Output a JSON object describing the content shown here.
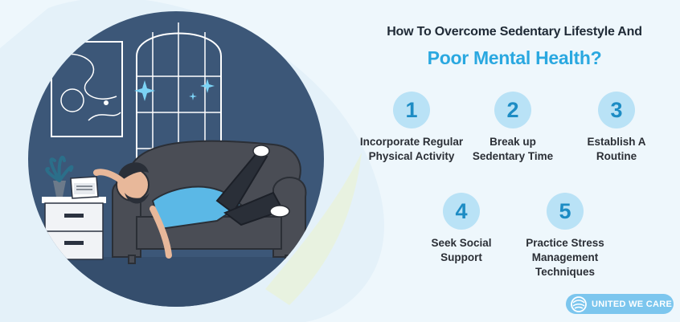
{
  "header": {
    "title_line1": "How To Overcome Sedentary Lifestyle And",
    "title_line2": "Poor Mental Health?"
  },
  "steps": [
    {
      "number": "1",
      "label": "Incorporate Regular Physical Activity"
    },
    {
      "number": "2",
      "label": "Break up Sedentary Time"
    },
    {
      "number": "3",
      "label": "Establish A Routine"
    },
    {
      "number": "4",
      "label": "Seek Social Support"
    },
    {
      "number": "5",
      "label": "Practice Stress Management Techniques"
    }
  ],
  "brand": {
    "name": "UNITED WE CARE"
  },
  "colors": {
    "accent": "#2aa8e0",
    "circle_fill": "#b9e2f6",
    "number": "#1d8cc4",
    "scene_bg": "#3c5778",
    "sofa": "#4a4d55",
    "badge": "#7cc6ee"
  },
  "icons": {
    "brand_logo": "globe-swirl-icon"
  }
}
